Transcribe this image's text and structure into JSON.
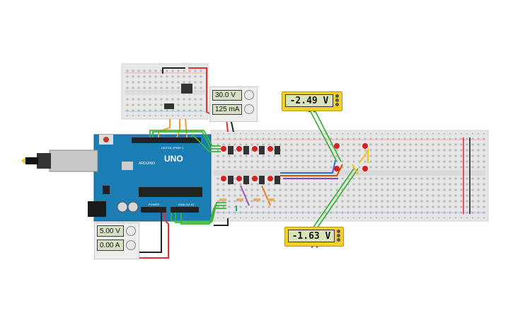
{
  "supply_top": {
    "voltage": "30.0 V",
    "current": "125 mA"
  },
  "supply_bottom": {
    "voltage": "5.00 V",
    "current": "0.00 A"
  },
  "meter_top": {
    "reading": "-2.49 V"
  },
  "meter_bottom": {
    "reading": "-1.63 V"
  },
  "arduino": {
    "model": "UNO",
    "brand": "ARDUINO",
    "digital_label": "DIGITAL (PWM~)",
    "power_label": "POWER",
    "analog_label": "ANALOG IN"
  },
  "colors": {
    "board": "#1b7db3",
    "breadboard": "#e6e6e6",
    "wire_green": "#3cb43c",
    "wire_red": "#e03030",
    "wire_orange": "#f0a030",
    "lcd": "#d9e5b8"
  }
}
